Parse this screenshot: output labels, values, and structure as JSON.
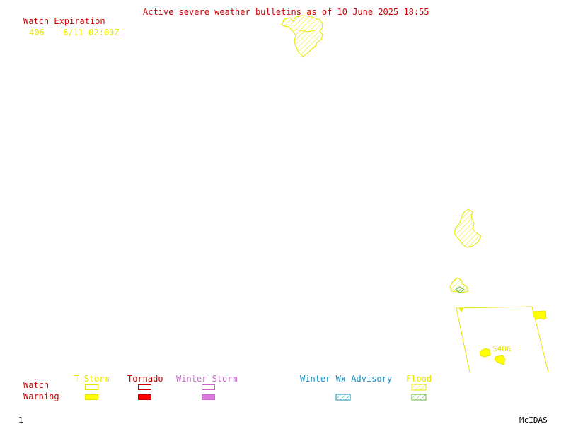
{
  "header": {
    "title": "Active severe weather bulletins as of 10 June 2025 18:55"
  },
  "watch_expiration": {
    "title": "Watch Expiration",
    "entries": [
      {
        "number": "406",
        "expires": "6/11 02:00Z"
      }
    ]
  },
  "map": {
    "labels": {
      "s406": "S406"
    }
  },
  "legend": {
    "columns": {
      "tstorm": "T-Storm",
      "tornado": "Tornado",
      "winter_storm": "Winter Storm",
      "winter_advisory": "Winter Wx Advisory",
      "flood": "Flood"
    },
    "rows": {
      "watch": "Watch",
      "warning": "Warning"
    },
    "colors": {
      "tstorm": "#e6e600",
      "tornado": "#cc0000",
      "winter_storm": "#cc66cc",
      "winter_advisory": "#1a8fc2",
      "flood_watch": "#e6e600",
      "flood_warning": "#66bb33"
    }
  },
  "footer": {
    "frame_number": "1",
    "app_name": "McIDAS"
  }
}
